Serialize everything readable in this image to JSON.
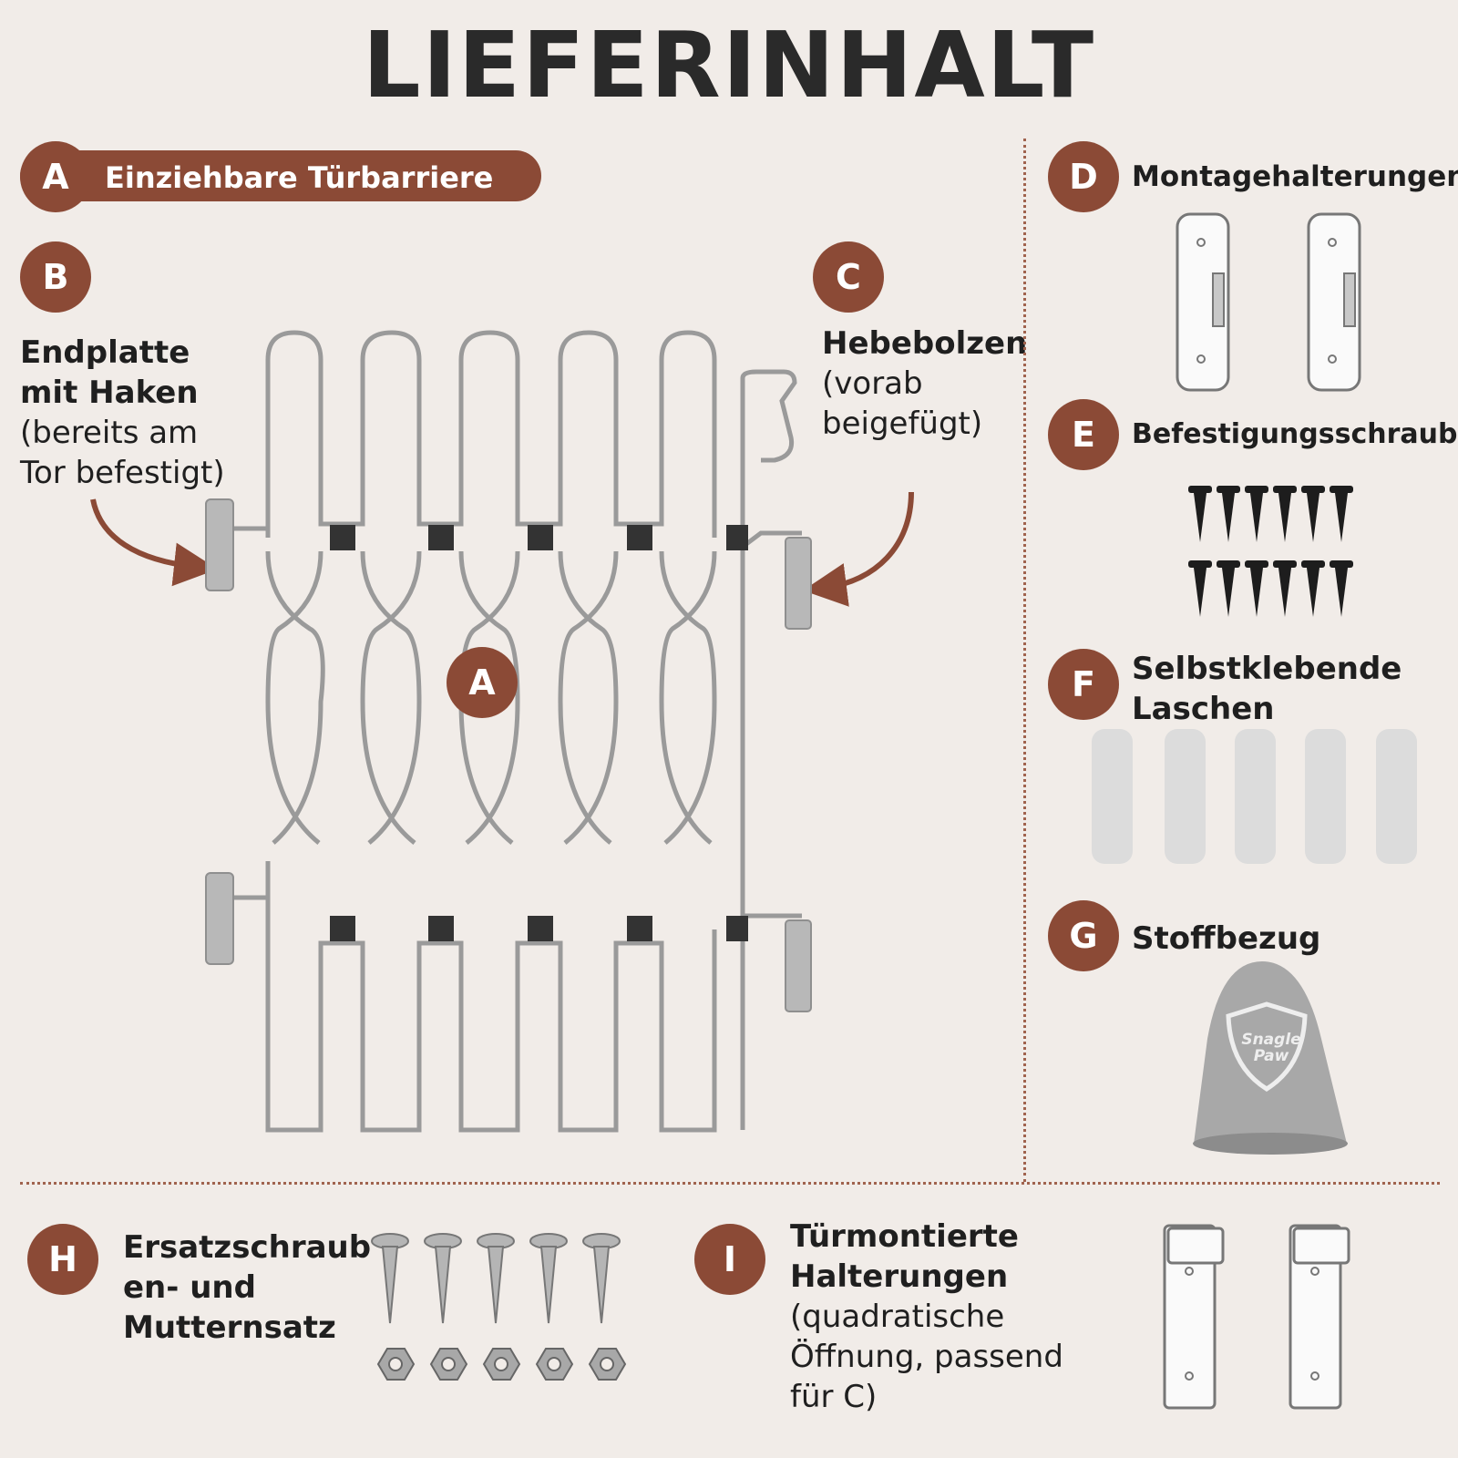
{
  "title": "LIEFERINHALT",
  "items": {
    "a": {
      "letter": "A",
      "label": "Einziehbare Türbarriere"
    },
    "b": {
      "letter": "B",
      "line1": "Endplatte",
      "line2": "mit Haken",
      "line3": "(bereits am",
      "line4": "Tor befestigt)"
    },
    "c": {
      "letter": "C",
      "line1": "Hebebolzen",
      "line2": "(vorab",
      "line3": "beigefügt)"
    },
    "d": {
      "letter": "D",
      "label": "Montagehalterungen"
    },
    "e": {
      "letter": "E",
      "label": "Befestigungsschraube"
    },
    "f": {
      "letter": "F",
      "line1": "Selbstklebende",
      "line2": "Laschen"
    },
    "g": {
      "letter": "G",
      "label": "Stoffbezug"
    },
    "h": {
      "letter": "H",
      "line1": "Ersatzschraub",
      "line2": "en- und",
      "line3": "Mutternsatz"
    },
    "i": {
      "letter": "I",
      "line1": "Türmontierte",
      "line2": "Halterungen",
      "line3": "(quadratische",
      "line4": "Öffnung, passend",
      "line5": "für C)"
    }
  },
  "gate_label": "A",
  "logo_text": "Snagle Paw",
  "colors": {
    "accent": "#8b4a36",
    "background": "#f1ece8",
    "metal": "#9a9a9a"
  }
}
